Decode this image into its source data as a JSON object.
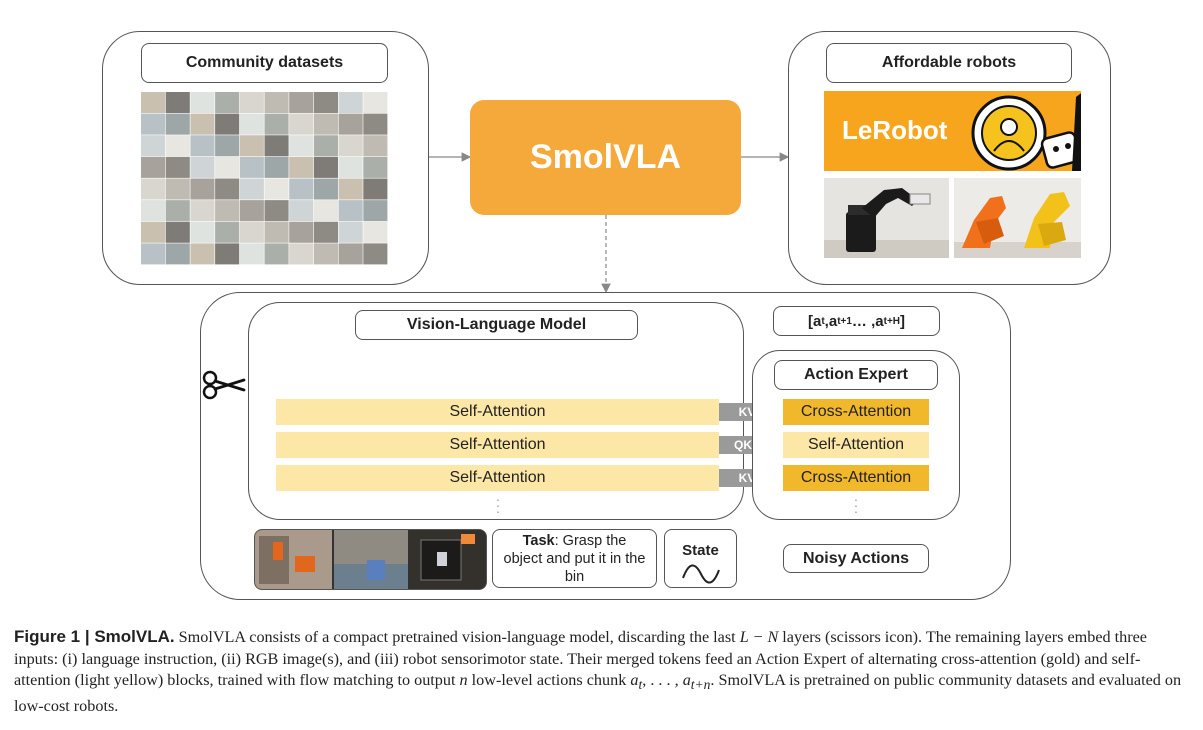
{
  "diagram": {
    "community": {
      "title": "Community datasets"
    },
    "center": {
      "title": "SmolVLA"
    },
    "robots": {
      "title": "Affordable robots",
      "brand": "LeRobot"
    },
    "vlm": {
      "title": "Vision-Language Model",
      "layers": [
        "Self-Attention",
        "Self-Attention",
        "Self-Attention"
      ]
    },
    "action_expert": {
      "title": "Action Expert",
      "layers": [
        "Cross-Attention",
        "Self-Attention",
        "Cross-Attention"
      ]
    },
    "arrows": [
      "KV",
      "QKV",
      "KV"
    ],
    "output_chunk": {
      "a": "[a",
      "s1": "t",
      "m1": " ,a",
      "s2": "t+1",
      "m2": " … ,a",
      "s3": "t+H",
      "end": "]"
    },
    "task": {
      "bold": "Task",
      "text": ": Grasp the object and put it in the bin"
    },
    "state": {
      "title": "State"
    },
    "noisy": {
      "title": "Noisy Actions"
    },
    "icons": [
      "scissors-icon",
      "sine-wave-icon",
      "lerobot-logo"
    ]
  },
  "caption": {
    "figure": "Figure 1",
    "separator": " | ",
    "name": "SmolVLA.",
    "p1": " SmolVLA consists of a compact pretrained vision-language model, discarding the last ",
    "math1": "L − N",
    "p2": " layers (scissors icon). The remaining layers embed three inputs: (i) language instruction, (ii) RGB image(s), and (iii) robot sensorimotor state. Their merged tokens feed an Action Expert of alternating cross-attention (gold) and self-attention (light yellow) blocks, trained with flow matching to output ",
    "math2": "n",
    "p3": " low-level actions chunk ",
    "math3": "a",
    "math3_sub": "t",
    "math3_mid": ", . . . , ",
    "math4": "a",
    "math4_sub": "t+n",
    "p4": ". SmolVLA is pretrained on public community datasets and evaluated on low-cost robots."
  }
}
